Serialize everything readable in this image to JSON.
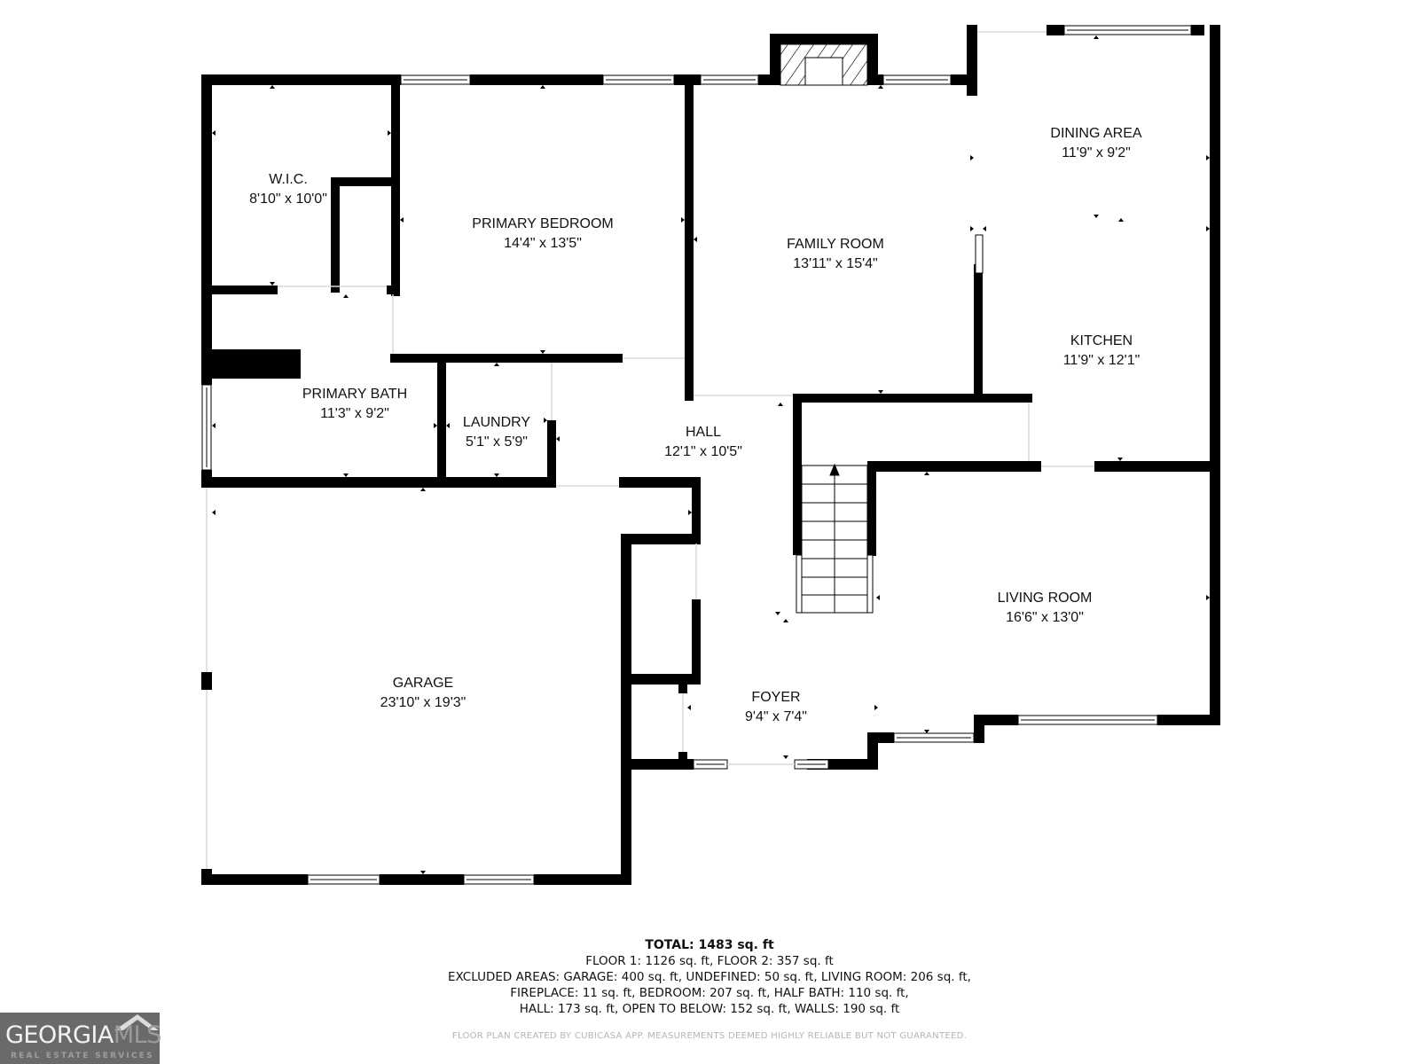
{
  "rooms": {
    "wic": {
      "name": "W.I.C.",
      "dim": "8'10\" x 10'0\""
    },
    "primary_bedroom": {
      "name": "PRIMARY BEDROOM",
      "dim": "14'4\" x 13'5\""
    },
    "family_room": {
      "name": "FAMILY ROOM",
      "dim": "13'11\" x 15'4\""
    },
    "dining_area": {
      "name": "DINING AREA",
      "dim": "11'9\" x 9'2\""
    },
    "kitchen": {
      "name": "KITCHEN",
      "dim": "11'9\" x 12'1\""
    },
    "primary_bath": {
      "name": "PRIMARY BATH",
      "dim": "11'3\" x 9'2\""
    },
    "laundry": {
      "name": "LAUNDRY",
      "dim": "5'1\" x 5'9\""
    },
    "hall": {
      "name": "HALL",
      "dim": "12'1\" x 10'5\""
    },
    "living_room": {
      "name": "LIVING ROOM",
      "dim": "16'6\" x 13'0\""
    },
    "garage": {
      "name": "GARAGE",
      "dim": "23'10\" x 19'3\""
    },
    "foyer": {
      "name": "FOYER",
      "dim": "9'4\" x 7'4\""
    }
  },
  "summary": {
    "total": "TOTAL: 1483 sq. ft",
    "floors": "FLOOR 1: 1126 sq. ft, FLOOR 2: 357 sq. ft",
    "excluded_1": "EXCLUDED AREAS: GARAGE: 400 sq. ft, UNDEFINED: 50 sq. ft, LIVING ROOM: 206 sq. ft,",
    "excluded_2": "FIREPLACE: 11 sq. ft, BEDROOM: 207 sq. ft, HALF BATH: 110 sq. ft,",
    "excluded_3": "HALL: 173 sq. ft, OPEN TO BELOW: 152 sq. ft, WALLS: 190 sq. ft"
  },
  "disclaimer": "FLOOR PLAN CREATED BY CUBICASA APP. MEASUREMENTS DEEMED HIGHLY RELIABLE BUT NOT GUARANTEED.",
  "logo": {
    "brand_part1": "GEORGIA",
    "brand_part2": "MLS",
    "subtitle": "REAL ESTATE SERVICES"
  },
  "colors": {
    "wall": "#000000",
    "background": "#ffffff",
    "window": "#ffffff",
    "logo_bg": "#6a6a6a"
  }
}
